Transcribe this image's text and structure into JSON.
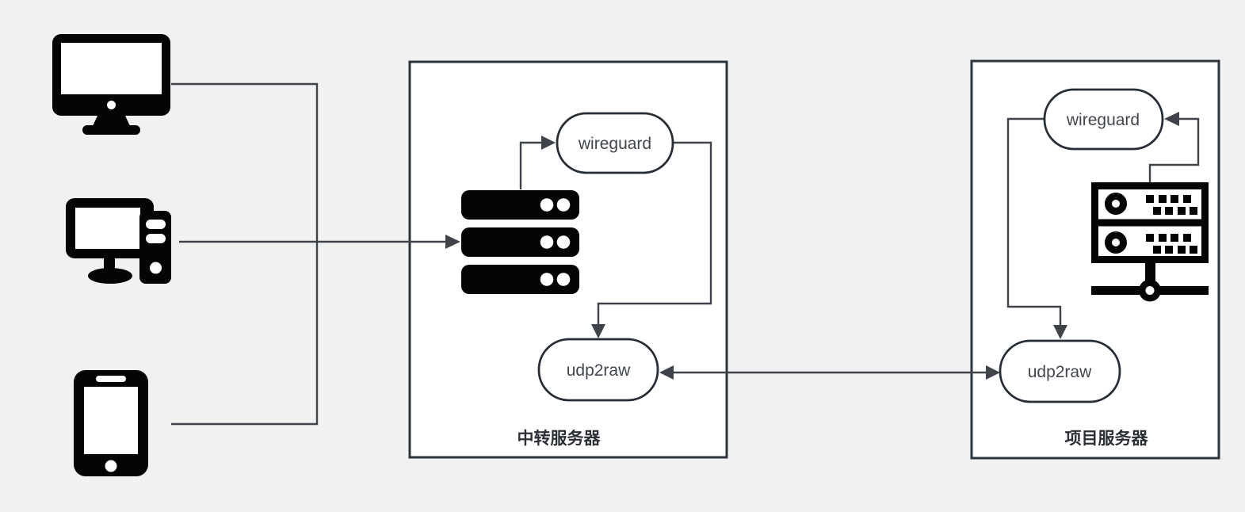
{
  "diagram": {
    "description": "wireguard over udp2raw relay tunnel network diagram",
    "colors": {
      "background": "#f1f1f2",
      "box_fill": "#ffffff",
      "box_border": "#2d333b",
      "edge": "#3f444b",
      "icon": "#050505",
      "node_text": "#41464e",
      "title_text": "#2c3036"
    },
    "clients": [
      {
        "id": "monitor",
        "icon": "monitor-icon"
      },
      {
        "id": "desktop",
        "icon": "desktop-tower-icon"
      },
      {
        "id": "phone",
        "icon": "smartphone-icon"
      }
    ],
    "relay_box": {
      "title": "中转服务器",
      "server_icon": "server-stack-icon",
      "nodes": {
        "wireguard": "wireguard",
        "udp2raw": "udp2raw"
      }
    },
    "project_box": {
      "title": "项目服务器",
      "server_icon": "server-rack-icon",
      "nodes": {
        "wireguard": "wireguard",
        "udp2raw": "udp2raw"
      }
    },
    "edges": [
      {
        "from": "clients",
        "to": "relay-server",
        "direction": "one-way"
      },
      {
        "from": "relay-server",
        "to": "relay-wireguard",
        "direction": "one-way"
      },
      {
        "from": "relay-wireguard",
        "to": "relay-udp2raw",
        "direction": "one-way"
      },
      {
        "from": "relay-udp2raw",
        "to": "project-udp2raw",
        "direction": "two-way"
      },
      {
        "from": "project-wireguard",
        "to": "project-udp2raw",
        "direction": "one-way"
      },
      {
        "from": "project-server",
        "to": "project-wireguard",
        "direction": "one-way"
      }
    ]
  }
}
